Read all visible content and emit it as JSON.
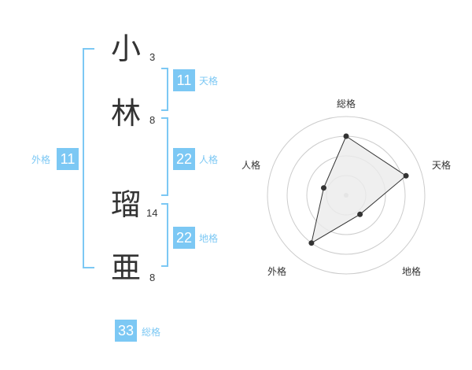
{
  "name": {
    "chars": [
      {
        "char": "小",
        "strokes": "3"
      },
      {
        "char": "林",
        "strokes": "8"
      },
      {
        "char": "瑠",
        "strokes": "14"
      },
      {
        "char": "亜",
        "strokes": "8"
      }
    ]
  },
  "fortune": {
    "tenkaku": {
      "value": "11",
      "label": "天格"
    },
    "jinkaku": {
      "value": "22",
      "label": "人格"
    },
    "chikaku": {
      "value": "22",
      "label": "地格"
    },
    "gaikaku": {
      "value": "11",
      "label": "外格"
    },
    "soukaku": {
      "value": "33",
      "label": "総格"
    }
  },
  "colors": {
    "accent": "#7cc8f4",
    "text": "#333333",
    "grid": "#cccccc",
    "fill": "#ebebeb"
  },
  "chart_data": {
    "type": "radar",
    "axes": [
      "総格",
      "天格",
      "地格",
      "外格",
      "人格"
    ],
    "values": [
      0.75,
      0.8,
      0.3,
      0.75,
      0.3
    ],
    "rings": 4,
    "grid": true
  }
}
